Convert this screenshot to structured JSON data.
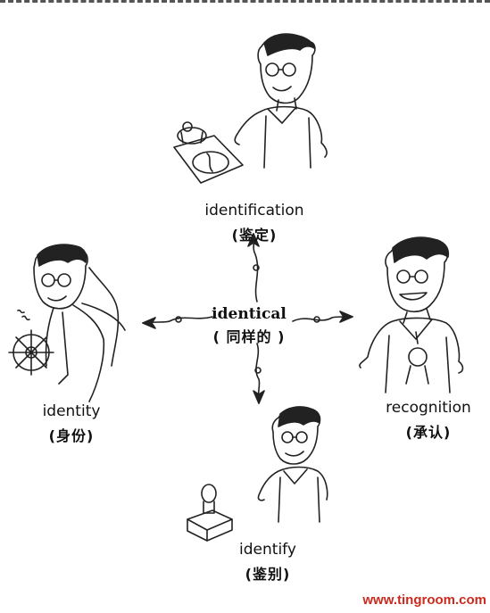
{
  "center": {
    "word": "identical",
    "gloss": "( 同样的 )"
  },
  "top": {
    "word": "identification",
    "gloss": "(鉴定)"
  },
  "left": {
    "word": "identity",
    "gloss": "(身份)"
  },
  "right": {
    "word": "recognition",
    "gloss": "(承认)"
  },
  "bottom": {
    "word": "identify",
    "gloss": "(鉴别)"
  },
  "watermark": "www.tingroom.com",
  "colors": {
    "ink": "#111111",
    "watermark": "#cc2a1e",
    "border": "#555555"
  }
}
